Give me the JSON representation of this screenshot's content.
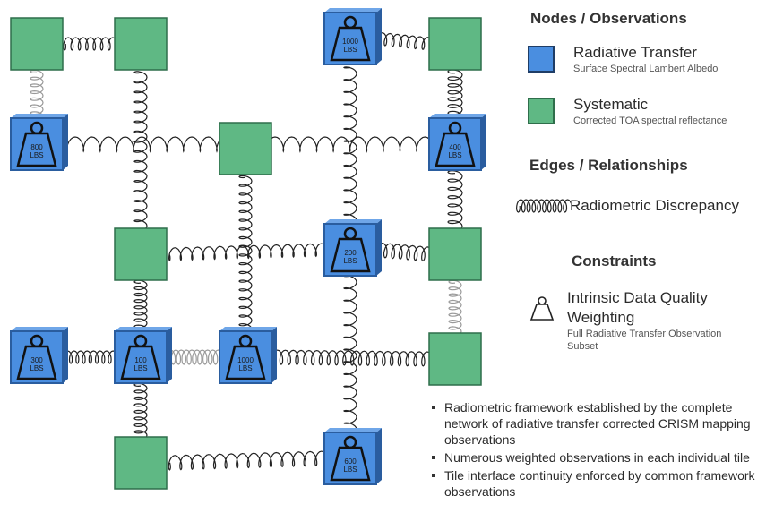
{
  "colors": {
    "radiative": "#4a8ee0",
    "radiative_dark": "#2a5d9f",
    "systematic": "#5fb884",
    "systematic_dark": "#2f6e4b",
    "spring": "#222222",
    "spring_light": "#9a9a9a"
  },
  "nodes": {
    "n_800": {
      "type": "radiative",
      "label": "800\nLBS"
    },
    "n_1000a": {
      "type": "radiative",
      "label": "1000\nLBS"
    },
    "n_400": {
      "type": "radiative",
      "label": "400\nLBS"
    },
    "n_200": {
      "type": "radiative",
      "label": "200\nLBS"
    },
    "n_300": {
      "type": "radiative",
      "label": "300\nLBS"
    },
    "n_100": {
      "type": "radiative",
      "label": "100\nLBS"
    },
    "n_1000b": {
      "type": "radiative",
      "label": "1000\nLBS"
    },
    "n_600": {
      "type": "radiative",
      "label": "600\nLBS"
    }
  },
  "legend": {
    "nodes_heading": "Nodes / Observations",
    "radiative_title": "Radiative Transfer",
    "radiative_sub": "Surface Spectral Lambert Albedo",
    "systematic_title": "Systematic",
    "systematic_sub": "Corrected TOA spectral reflectance",
    "edges_heading": "Edges / Relationships",
    "edge_label": "Radiometric Discrepancy",
    "constraints_heading": "Constraints",
    "constraint_title_1": "Intrinsic Data Quality",
    "constraint_title_2": "Weighting",
    "constraint_sub_1": "Full Radiative Transfer Observation",
    "constraint_sub_2": "Subset"
  },
  "notes": [
    "Radiometric framework established by the complete network of radiative transfer corrected CRISM mapping observations",
    "Numerous weighted observations in each individual tile",
    "Tile interface continuity enforced by common framework observations"
  ]
}
